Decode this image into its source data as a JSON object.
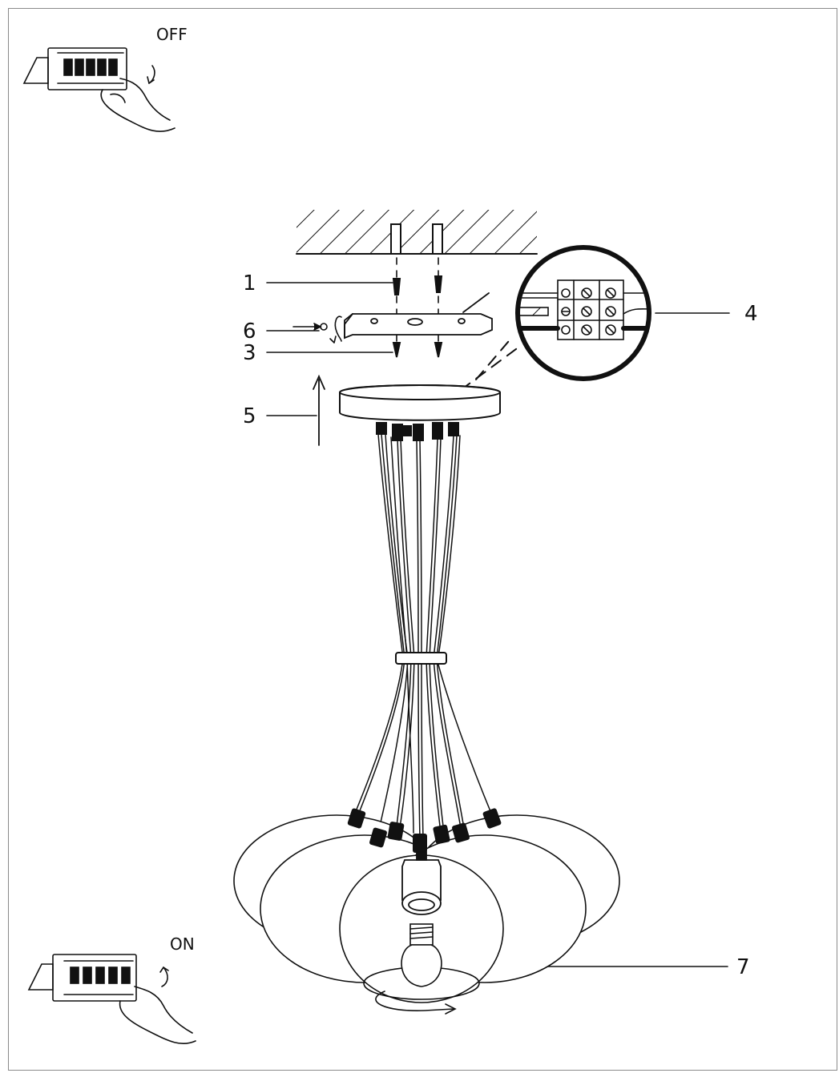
{
  "switch_off": {
    "label": "OFF"
  },
  "switch_on": {
    "label": "ON"
  },
  "callouts": [
    "1",
    "6",
    "3",
    "5",
    "4",
    "7"
  ]
}
